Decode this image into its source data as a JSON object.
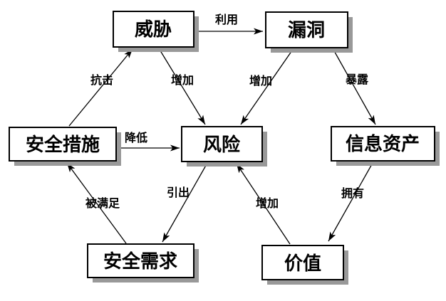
{
  "diagram": {
    "nodes": [
      {
        "id": "threat",
        "label": "威胁"
      },
      {
        "id": "vulnerability",
        "label": "漏洞"
      },
      {
        "id": "safeguards",
        "label": "安全措施"
      },
      {
        "id": "risk",
        "label": "风险"
      },
      {
        "id": "info-assets",
        "label": "信息资产"
      },
      {
        "id": "security-requirements",
        "label": "安全需求"
      },
      {
        "id": "value",
        "label": "价值"
      }
    ],
    "edges": [
      {
        "label": "利用",
        "from": "威胁",
        "to": "漏洞"
      },
      {
        "label": "抗击",
        "from": "安全措施",
        "to": "威胁"
      },
      {
        "label": "增加",
        "from": "威胁",
        "to": "风险"
      },
      {
        "label": "增加",
        "from": "漏洞",
        "to": "风险"
      },
      {
        "label": "暴露",
        "from": "漏洞",
        "to": "信息资产"
      },
      {
        "label": "降低",
        "from": "安全措施",
        "to": "风险"
      },
      {
        "label": "被满足",
        "from": "安全需求",
        "to": "安全措施"
      },
      {
        "label": "引出",
        "from": "风险",
        "to": "安全需求"
      },
      {
        "label": "增加",
        "from": "价值",
        "to": "风险"
      },
      {
        "label": "拥有",
        "from": "信息资产",
        "to": "价值"
      }
    ],
    "colors": {
      "line": "#000000",
      "box_fill": "#ffffff",
      "box_border": "#000000",
      "shadow": "#999999",
      "background": "#ffffff"
    }
  }
}
